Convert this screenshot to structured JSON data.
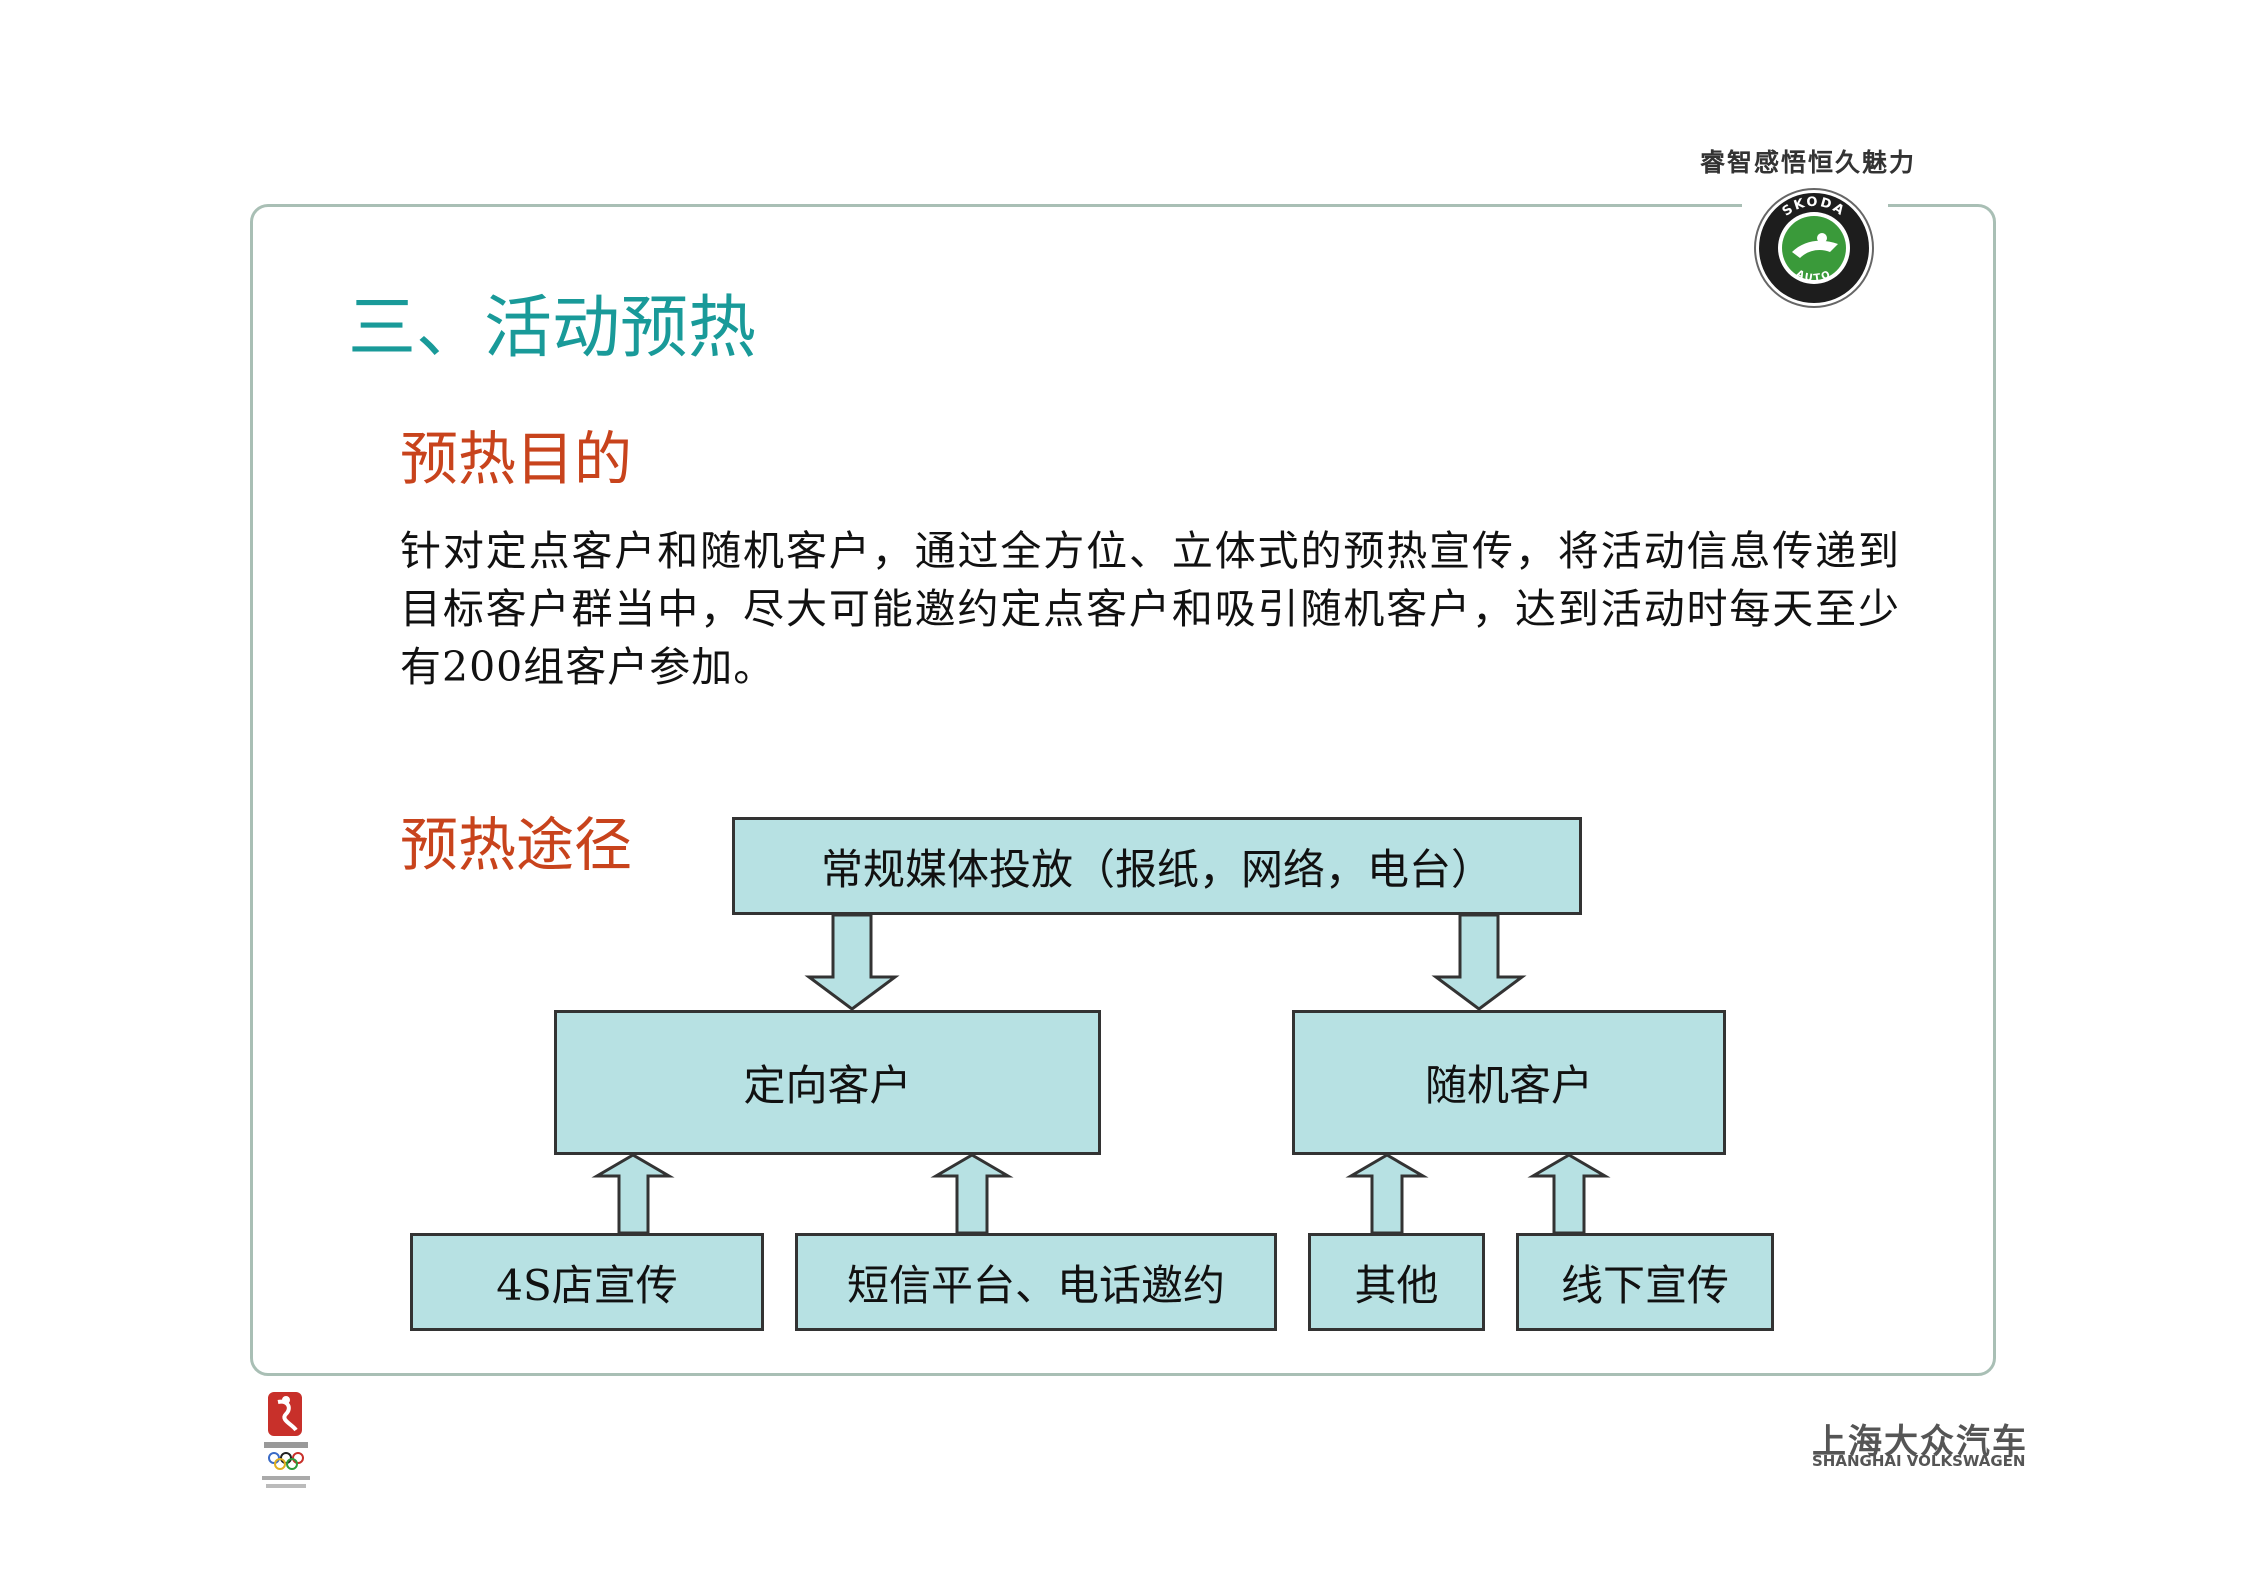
{
  "header": {
    "slogan": "睿智感悟恒久魅力",
    "logo_ring_text": "SKODA",
    "logo_bottom_text": "AUTO"
  },
  "slide": {
    "title": "三、活动预热",
    "section1_heading": "预热目的",
    "section1_body": "针对定点客户和随机客户，通过全方位、立体式的预热宣传，将活动信息传递到目标客户群当中，尽大可能邀约定点客户和吸引随机客户，达到活动时每天至少有200组客户参加。",
    "section2_heading": "预热途径"
  },
  "flow": {
    "media": "常规媒体投放（报纸，网络，电台）",
    "target_customers": "定向客户",
    "random_customers": "随机客户",
    "store_promo": "4S店宣传",
    "sms_phone": "短信平台、电话邀约",
    "other": "其他",
    "offline_promo": "线下宣传"
  },
  "footer": {
    "brand_cn": "上海大众汽车",
    "brand_en": "SHANGHAI VOLKSWAGEN"
  },
  "colors": {
    "title": "#199a99",
    "heading": "#c8431c",
    "box_fill": "#b7e1e3",
    "frame": "#a9bfb5",
    "logo_green": "#3a9a3a"
  }
}
